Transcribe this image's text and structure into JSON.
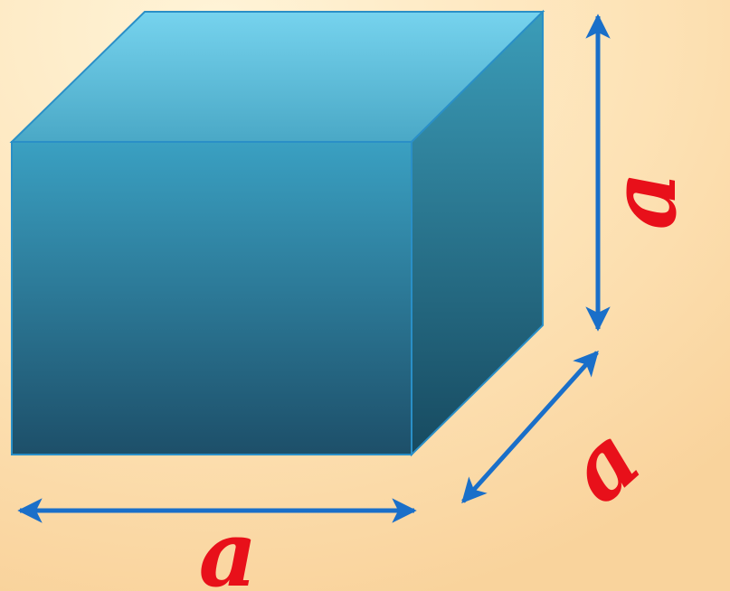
{
  "diagram": {
    "subject": "cube",
    "edge_labels": {
      "width": "a",
      "depth": "a",
      "height": "a"
    }
  },
  "colors": {
    "background_light": "#fff1cf",
    "background_base": "#fbd9a6",
    "cube_front_top": "#3aa0c2",
    "cube_front_bottom": "#1d4f69",
    "cube_top_light": "#74d0ec",
    "cube_top_dark": "#4aa9c8",
    "cube_side_light": "#3a9bb8",
    "cube_side_dark": "#174a60",
    "cube_outline": "#2a8fc7",
    "arrow": "#1a6fc9",
    "label": "#e8101a"
  }
}
